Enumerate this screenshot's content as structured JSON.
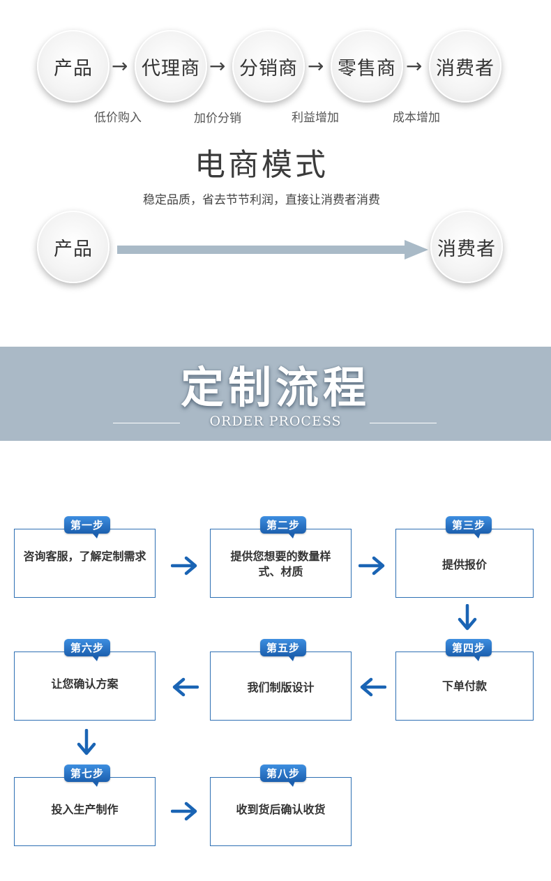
{
  "traditional_chain": {
    "nodes": [
      "产品",
      "代理商",
      "分销商",
      "零售商",
      "消费者"
    ],
    "arrow_glyph": "→",
    "labels": [
      "低价购入",
      "加价分销",
      "利益增加",
      "成本增加"
    ]
  },
  "ecommerce": {
    "title": "电商模式",
    "subtitle": "稳定品质，省去节节利润，直接让消费者消费",
    "from": "产品",
    "to": "消费者",
    "arrow_color": "#a9bac7"
  },
  "banner": {
    "title": "定制流程",
    "subtitle": "ORDER PROCESS",
    "background": "#aab9c6"
  },
  "steps": [
    {
      "tag": "第一步",
      "text": "咨询客服，了解定制需求"
    },
    {
      "tag": "第二步",
      "text": "提供您想要的数量样式、材质"
    },
    {
      "tag": "第三步",
      "text": "提供报价"
    },
    {
      "tag": "第四步",
      "text": "下单付款"
    },
    {
      "tag": "第五步",
      "text": "我们制版设计"
    },
    {
      "tag": "第六步",
      "text": "让您确认方案"
    },
    {
      "tag": "第七步",
      "text": "投入生产制作"
    },
    {
      "tag": "第八步",
      "text": "收到货后确认收货"
    }
  ],
  "colors": {
    "step_blue": "#1c5fae",
    "step_border": "#2d6fb3",
    "arrow_blue": "#1a64b4"
  }
}
